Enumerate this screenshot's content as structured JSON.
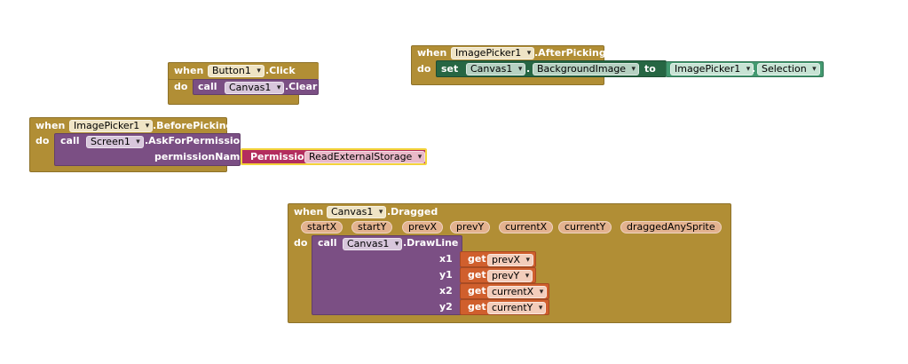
{
  "colors": {
    "event": "#b18e35",
    "procedure": "#7b4f84",
    "setter": "#266643",
    "getter_component": "#439970",
    "getter_var": "#d05f2d",
    "permission": "#b32d5e"
  },
  "block_button_click": {
    "when": "when",
    "component": "Button1",
    "event": ".Click",
    "do": "do",
    "call": "call",
    "target": "Canvas1",
    "method": ".Clear"
  },
  "block_after_picking": {
    "when": "when",
    "component": "ImagePicker1",
    "event": ".AfterPicking",
    "do": "do",
    "set": "set",
    "target": "Canvas1",
    "property": "BackgroundImage",
    "to": "to",
    "source": "ImagePicker1",
    "source_property": "Selection"
  },
  "block_before_picking": {
    "when": "when",
    "component": "ImagePicker1",
    "event": ".BeforePicking",
    "do": "do",
    "call": "call",
    "target": "Screen1",
    "method": ".AskForPermission",
    "arg_label": "permissionName",
    "perm_label": "Permission",
    "perm_value": "ReadExternalStorage"
  },
  "block_dragged": {
    "when": "when",
    "component": "Canvas1",
    "event": ".Dragged",
    "params": [
      "startX",
      "startY",
      "prevX",
      "prevY",
      "currentX",
      "currentY",
      "draggedAnySprite"
    ],
    "do": "do",
    "call": "call",
    "target": "Canvas1",
    "method": ".DrawLine",
    "args": [
      {
        "label": "x1",
        "get": "get",
        "var": "prevX"
      },
      {
        "label": "y1",
        "get": "get",
        "var": "prevY"
      },
      {
        "label": "x2",
        "get": "get",
        "var": "currentX"
      },
      {
        "label": "y2",
        "get": "get",
        "var": "currentY"
      }
    ]
  }
}
